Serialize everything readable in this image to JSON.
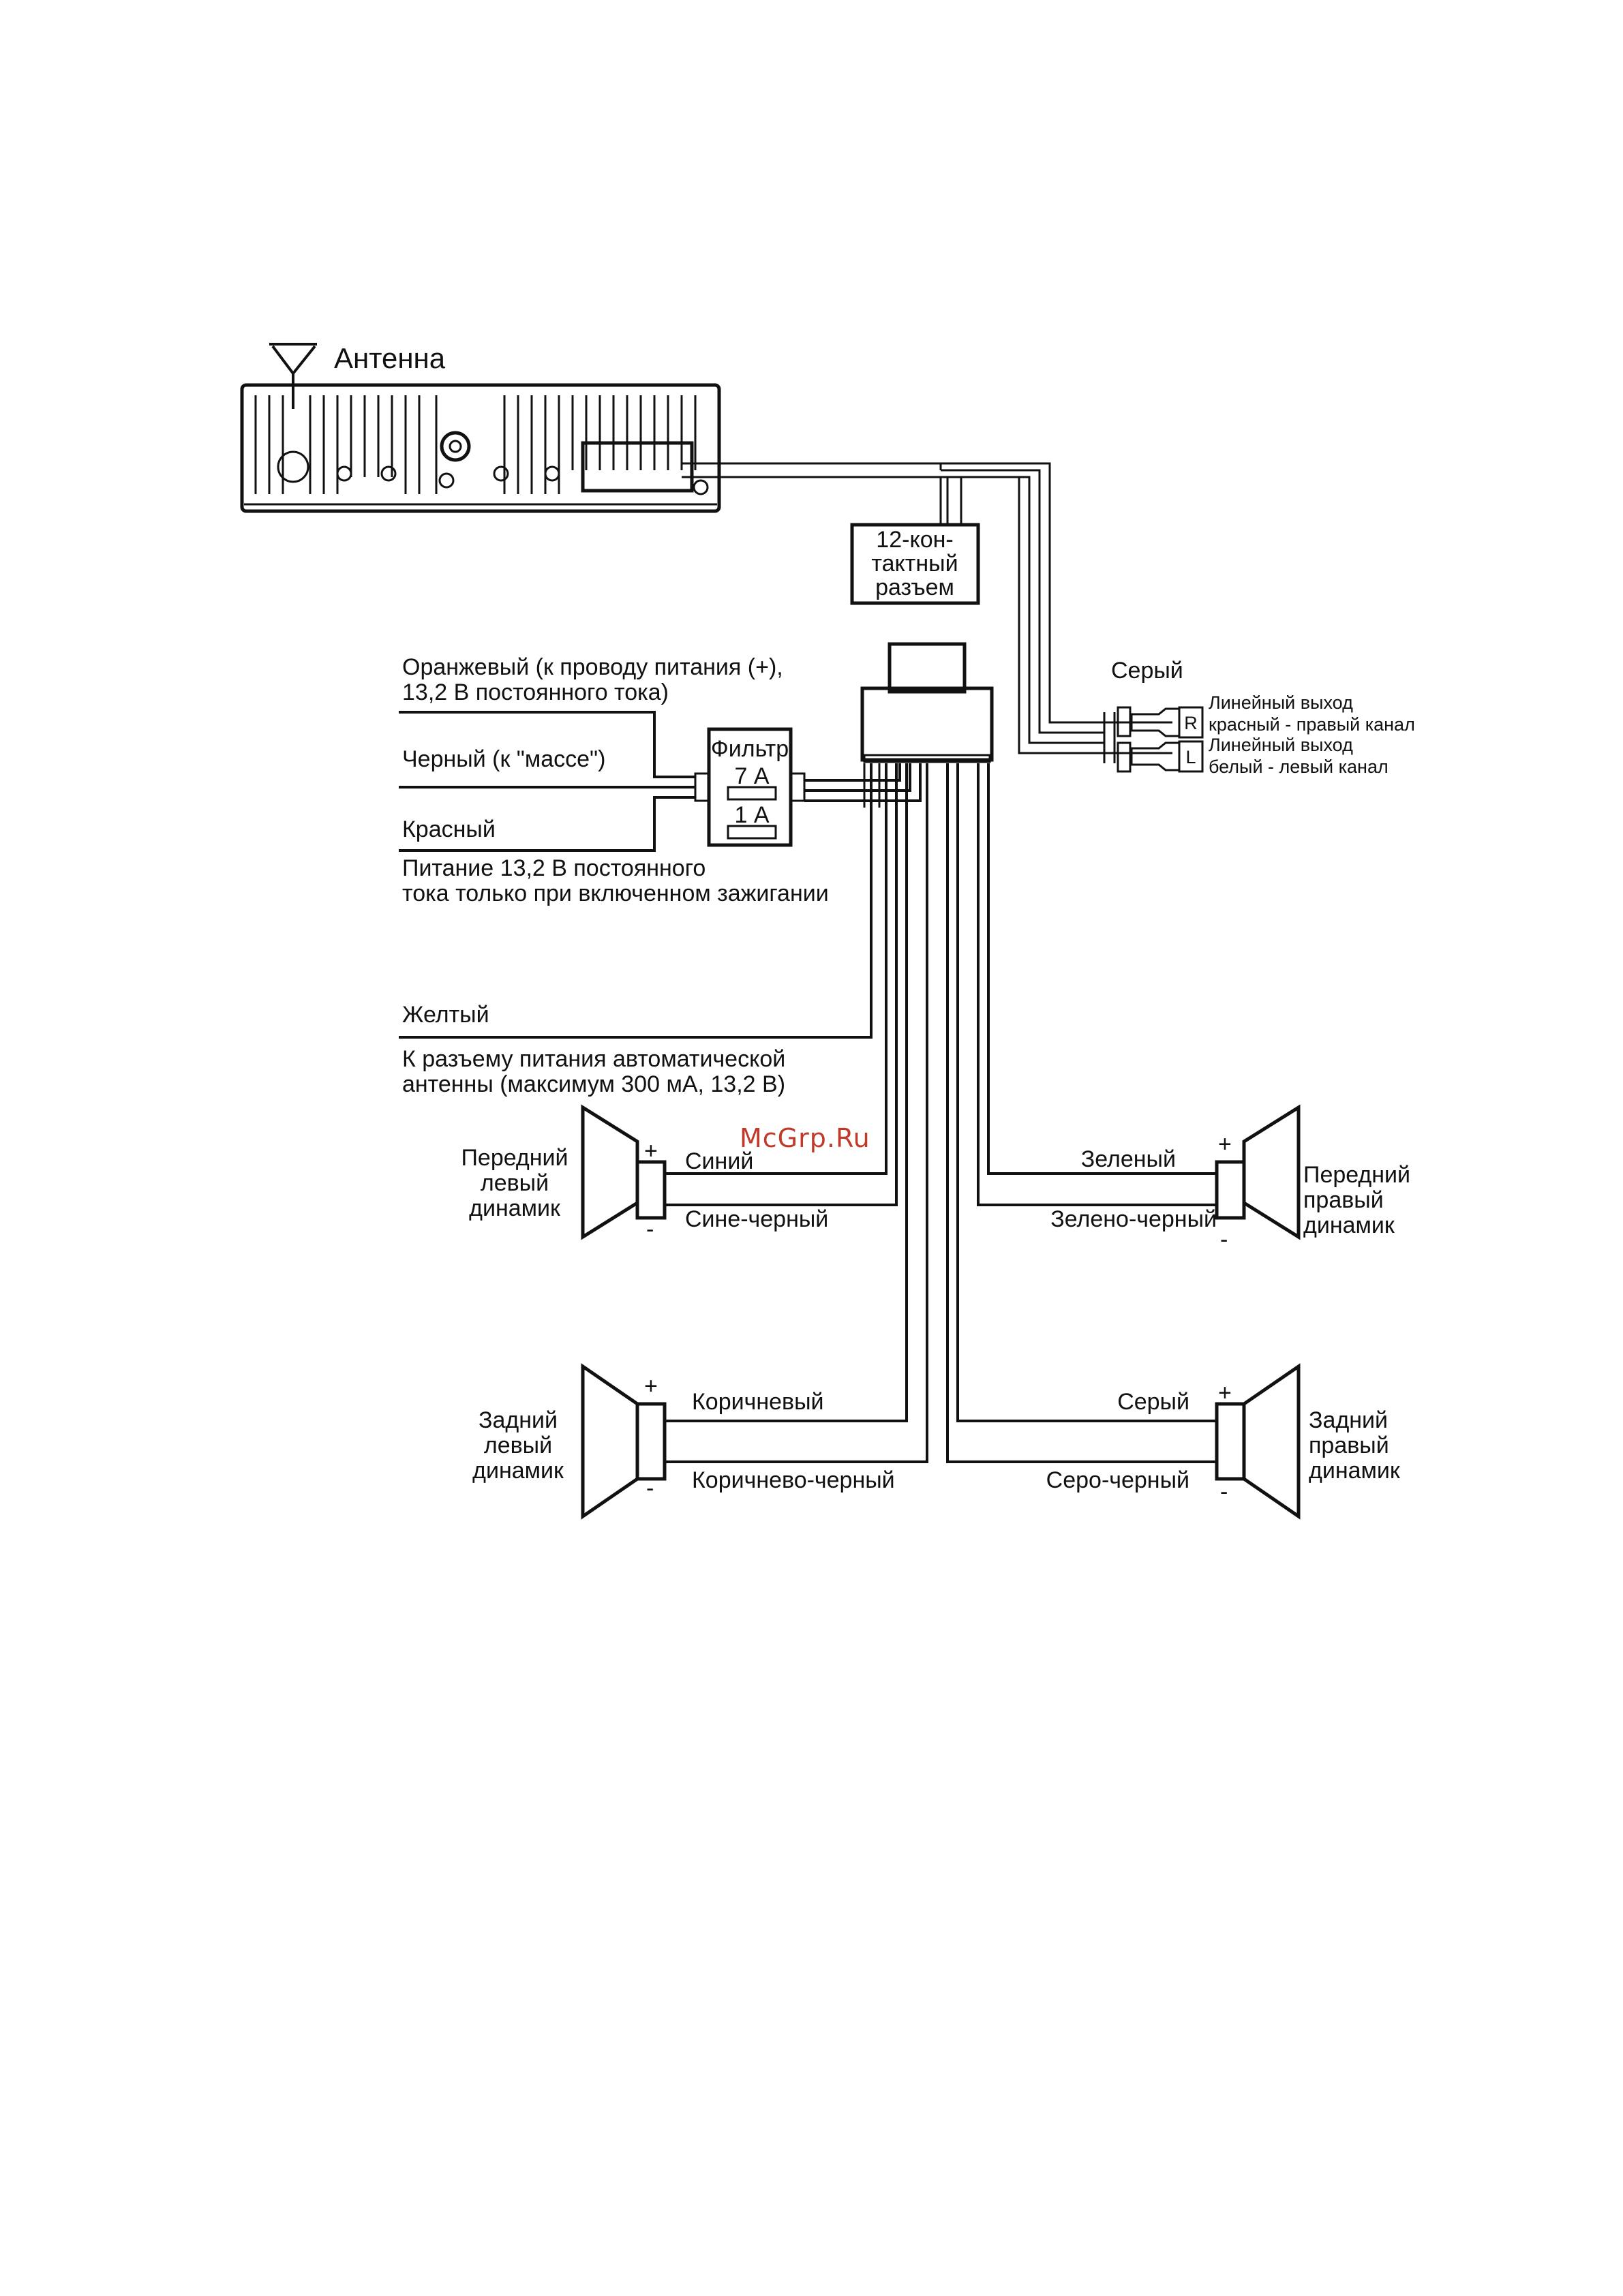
{
  "antenna": {
    "label": "Антенна"
  },
  "connector": {
    "line1": "12-кон-",
    "line2": "тактный",
    "line3": "разъем"
  },
  "filter": {
    "title": "Фильтр",
    "fuse_main": "7 А",
    "fuse_small": "1 А"
  },
  "power_wires": {
    "orange_line1": "Оранжевый (к проводу питания (+),",
    "orange_line2": "13,2 В постоянного тока)",
    "black": "Черный (к \"массе\")",
    "red": "Красный",
    "ignition_line1": "Питание 13,2 В постоянного",
    "ignition_line2": "тока только при включенном зажигании"
  },
  "yellow_wire": {
    "label": "Желтый",
    "desc_line1": "К разъему питания автоматической",
    "desc_line2": "антенны (максимум 300 мА, 13,2 В)"
  },
  "line_out": {
    "cable_label": "Серый",
    "right_plug": "R",
    "left_plug": "L",
    "right_line1": "Линейный выход",
    "right_line2": "красный - правый канал",
    "left_line1": "Линейный выход",
    "left_line2": "белый - левый канал"
  },
  "speakers": {
    "plus": "+",
    "minus": "-",
    "front_left": {
      "line1": "Передний",
      "line2": "левый",
      "line3": "динамик",
      "wire_plus": "Синий",
      "wire_minus": "Сине-черный"
    },
    "front_right": {
      "line1": "Передний",
      "line2": "правый",
      "line3": "динамик",
      "wire_plus": "Зеленый",
      "wire_minus": "Зелено-черный"
    },
    "rear_left": {
      "line1": "Задний",
      "line2": "левый",
      "line3": "динамик",
      "wire_plus": "Коричневый",
      "wire_minus": "Коричнево-черный"
    },
    "rear_right": {
      "line1": "Задний",
      "line2": "правый",
      "line3": "динамик",
      "wire_plus": "Серый",
      "wire_minus": "Серо-черный"
    }
  },
  "watermark": "McGrp.Ru"
}
